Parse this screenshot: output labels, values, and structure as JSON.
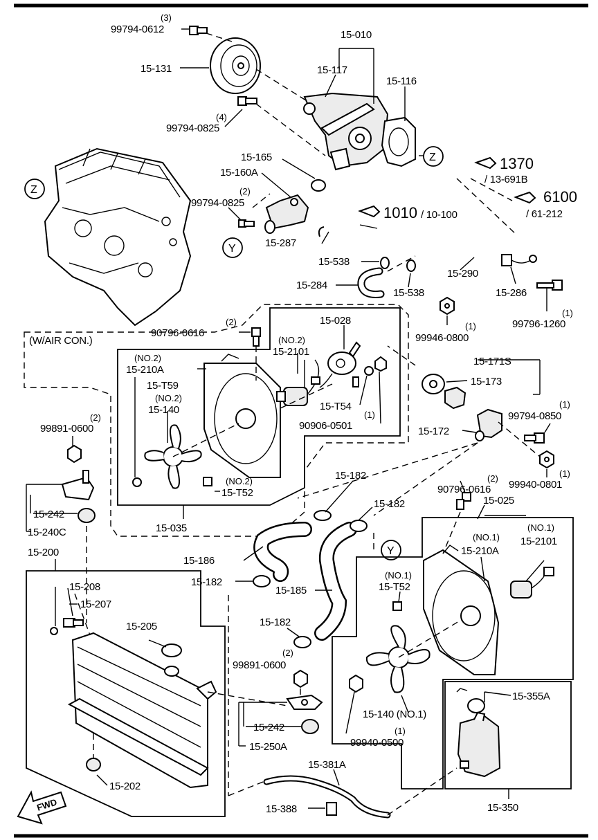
{
  "labels": {
    "p99794_0612": "99794-0612",
    "q3": "(3)",
    "p15_131": "15-131",
    "p15_010": "15-010",
    "p15_117": "15-117",
    "p15_116": "15-116",
    "p99794_0825a": "99794-0825",
    "q4": "(4)",
    "p15_165": "15-165",
    "p15_160A": "15-160A",
    "q2a": "(2)",
    "p99794_0825b": "99794-0825",
    "p15_287": "15-287",
    "ref1370": "1370",
    "ref13_691B": "/ 13-691B",
    "ref6100": "6100",
    "ref61_212": "/ 61-212",
    "ref1010": "1010",
    "ref10_100": "/ 10-100",
    "p15_538a": "15-538",
    "p15_538b": "15-538",
    "p15_290": "15-290",
    "p15_284": "15-284",
    "p15_286": "15-286",
    "q1a": "(1)",
    "p99796_1260": "99796-1260",
    "q1b": "(1)",
    "p99946_0800": "99946-0800",
    "w_air_con": "(W/AIR CON.)",
    "q2b": "(2)",
    "p90796_0616a": "90796-0616",
    "p15_028": "15-028",
    "no2a": "(NO.2)",
    "p15_2101a": "15-2101",
    "no2b": "(NO.2)",
    "p15_210Aa": "15-210A",
    "p15_T59": "15-T59",
    "no2c": "(NO.2)",
    "p15_140a": "15-140",
    "p15_T54": "15-T54",
    "q1c": "(1)",
    "p90906_0501": "90906-0501",
    "no2d": "(NO.2)",
    "p15_T52a": "15-T52",
    "p15_035": "15-035",
    "p15_171S": "15-171S",
    "p15_173": "15-173",
    "q1d": "(1)",
    "p99794_0850": "99794-0850",
    "p15_172": "15-172",
    "q1e": "(1)",
    "p99940_0801": "99940-0801",
    "q2c": "(2)",
    "p99891_0600a": "99891-0600",
    "p15_242a": "15-242",
    "p15_240C": "15-240C",
    "p15_182a": "15-182",
    "p15_182b": "15-182",
    "q2d": "(2)",
    "p90796_0616b": "90796-0616",
    "p15_025": "15-025",
    "p15_200": "15-200",
    "p15_186": "15-186",
    "y_mark": "Y",
    "no1a": "(NO.1)",
    "p15_210Ab": "15-210A",
    "no1b": "(NO.1)",
    "p15_2101b": "15-2101",
    "p15_182c": "15-182",
    "p15_185": "15-185",
    "no1c": "(NO.1)",
    "p15_T52b": "15-T52",
    "p15_208": "15-208",
    "p15_207": "15-207",
    "p15_205": "15-205",
    "p15_182d": "15-182",
    "q2e": "(2)",
    "p99891_0600b": "99891-0600",
    "p15_355A": "15-355A",
    "p15_140b": "15-140 (NO.1)",
    "p15_242b": "15-242",
    "q1f": "(1)",
    "p99940_0500": "99940-0500",
    "p15_250A": "15-250A",
    "p15_202": "15-202",
    "p15_381A": "15-381A",
    "p15_388": "15-388",
    "p15_350": "15-350",
    "fwd": "FWD",
    "z_mark": "Z"
  }
}
